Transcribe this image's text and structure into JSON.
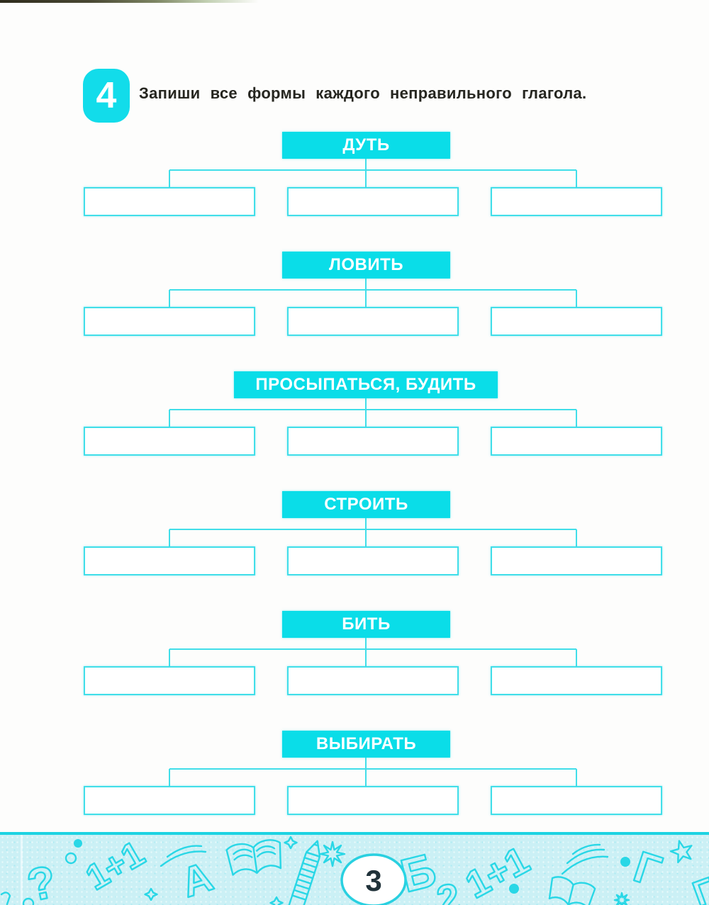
{
  "task": {
    "number": "4",
    "instruction": "Запиши все формы каждого неправильного глагола."
  },
  "diagrams": [
    {
      "verb": "ДУТЬ",
      "answers": [
        "",
        "",
        ""
      ]
    },
    {
      "verb": "ЛОВИТЬ",
      "answers": [
        "",
        "",
        ""
      ]
    },
    {
      "verb": "ПРОСЫПАТЬСЯ, БУДИТЬ",
      "answers": [
        "",
        "",
        ""
      ]
    },
    {
      "verb": "СТРОИТЬ",
      "answers": [
        "",
        "",
        ""
      ]
    },
    {
      "verb": "БИТЬ",
      "answers": [
        "",
        "",
        ""
      ]
    },
    {
      "verb": "ВЫБИРАТЬ",
      "answers": [
        "",
        "",
        ""
      ]
    }
  ],
  "footer": {
    "page_number": "3",
    "doodle_glyphs": {
      "question_mark": "?",
      "sum_left": "1+1",
      "letter_a": "А",
      "letter_b": "Б",
      "digit_two": "2",
      "sum_right": "1+1",
      "letter_g": "Г",
      "letter_g_partial": "Г"
    }
  },
  "colors": {
    "accent_cyan": "#0adde8",
    "line_cyan": "#41dee9",
    "footer_border": "#1dd3e2",
    "footer_bg": "#cbf0f5",
    "doodle_cyan": "#29d7e6",
    "ink": "#262620",
    "page_number_ink": "#20323a"
  }
}
